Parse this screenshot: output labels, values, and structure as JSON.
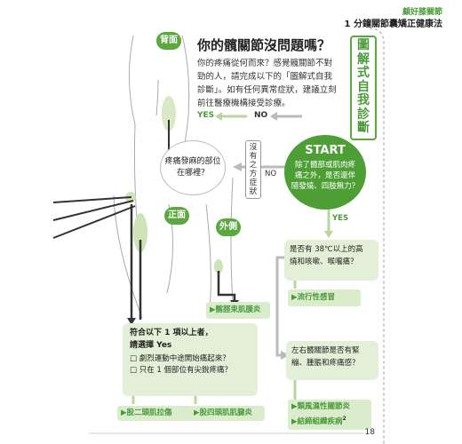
{
  "header": {
    "series": "顧好膝關節",
    "subtitle": "1 分鐘關節囊矯正健康法"
  },
  "page_number": "18",
  "title": "你的髖關節沒問題嗎？",
  "intro": [
    "你的疼痛從何而來？感覺髖關節不對",
    "勁的人，請完成以下的「圖解式自我",
    "診斷」。如有任何異常症狀，建議立刻",
    "前往醫療機構接受診療。"
  ],
  "legend": {
    "yes": "YES",
    "no": "NO"
  },
  "side_label": [
    "圖",
    "解",
    "式",
    "自",
    "我",
    "診",
    "斷"
  ],
  "start": {
    "label": "START",
    "question": [
      "除了髖部或肌肉疼",
      "痛之外，是否還伴",
      "隨發燒、四肢無力？"
    ]
  },
  "no_symptom": [
    "沒",
    "有",
    "之",
    "方",
    "症",
    "狀"
  ],
  "no_label": "NO",
  "yes_label": "YES",
  "pain_question": [
    "疼痛發麻的部位",
    "在哪裡？"
  ],
  "views": {
    "back": "背面",
    "front": "正面",
    "side": "外側"
  },
  "q_fever": [
    "是否有 38℃以上的高",
    "燒和咳嗽、喉嚨痛？"
  ],
  "result_flu": "▶流行性感冒",
  "q_swelling": [
    "左右髖關節是否有緊",
    "繃、腫脹和疼痛感？"
  ],
  "result_rheum": [
    "▶類風濕性關節炎",
    "▶結締組織疾病"
  ],
  "rheum_note": "2",
  "result_itb": "▶髂脛束肌膜炎",
  "criteria": {
    "heading": [
      "符合以下 1 項以上者，",
      "請選擇 Yes"
    ],
    "items": [
      "□ 劇烈運動中途開始痛起來？",
      "□ 只在 1 個部位有尖銳疼痛？"
    ]
  },
  "result_biceps": "▶股二頭肌拉傷",
  "result_quad": "▶股四頭肌肌腱炎"
}
